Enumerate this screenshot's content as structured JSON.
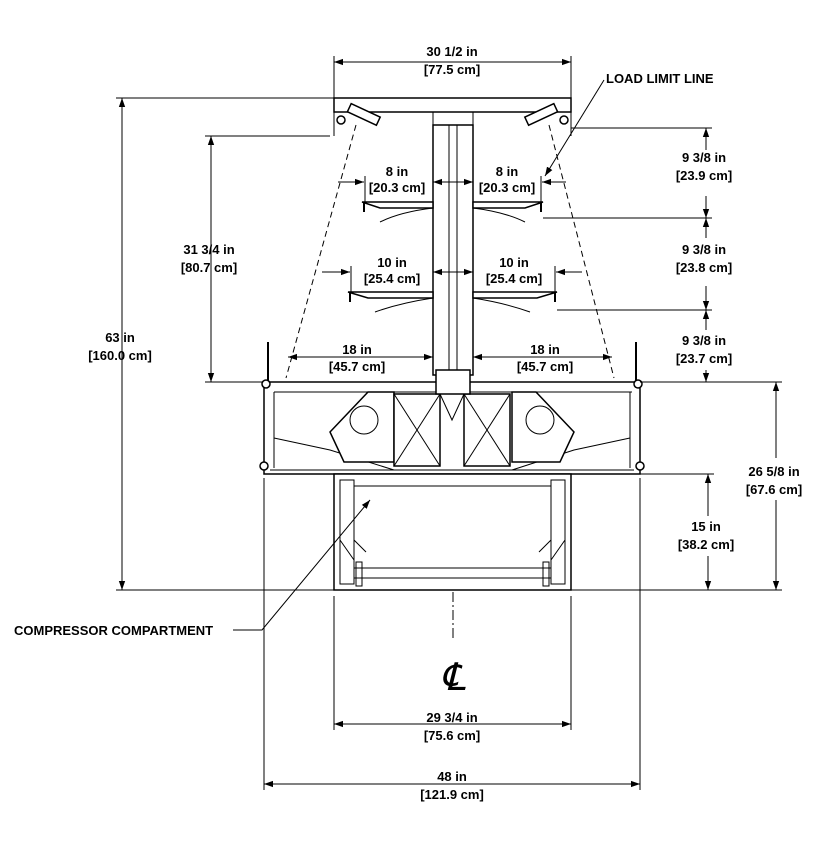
{
  "dimensions": {
    "top_width": {
      "line1": "30 1/2 in",
      "line2": "[77.5 cm]"
    },
    "shelf1_left": {
      "line1": "8 in",
      "line2": "[20.3 cm]"
    },
    "shelf1_right": {
      "line1": "8 in",
      "line2": "[20.3 cm]"
    },
    "shelf2_left": {
      "line1": "10 in",
      "line2": "[25.4 cm]"
    },
    "shelf2_right": {
      "line1": "10 in",
      "line2": "[25.4 cm]"
    },
    "deck_left": {
      "line1": "18 in",
      "line2": "[45.7 cm]"
    },
    "deck_right": {
      "line1": "18 in",
      "line2": "[45.7 cm]"
    },
    "upper_height": {
      "line1": "31 3/4 in",
      "line2": "[80.7 cm]"
    },
    "overall_height": {
      "line1": "63 in",
      "line2": "[160.0 cm]"
    },
    "spacing_top": {
      "line1": "9 3/8 in",
      "line2": "[23.9 cm]"
    },
    "spacing_mid": {
      "line1": "9 3/8 in",
      "line2": "[23.8 cm]"
    },
    "spacing_bottom": {
      "line1": "9 3/8 in",
      "line2": "[23.7 cm]"
    },
    "base_height": {
      "line1": "26 5/8 in",
      "line2": "[67.6 cm]"
    },
    "compartment_height": {
      "line1": "15 in",
      "line2": "[38.2 cm]"
    },
    "base_width": {
      "line1": "29 3/4 in",
      "line2": "[75.6 cm]"
    },
    "overall_width": {
      "line1": "48 in",
      "line2": "[121.9 cm]"
    }
  },
  "callouts": {
    "load_limit": "LOAD LIMIT LINE",
    "compressor": "COMPRESSOR COMPARTMENT"
  },
  "centerline_symbol": "℄"
}
